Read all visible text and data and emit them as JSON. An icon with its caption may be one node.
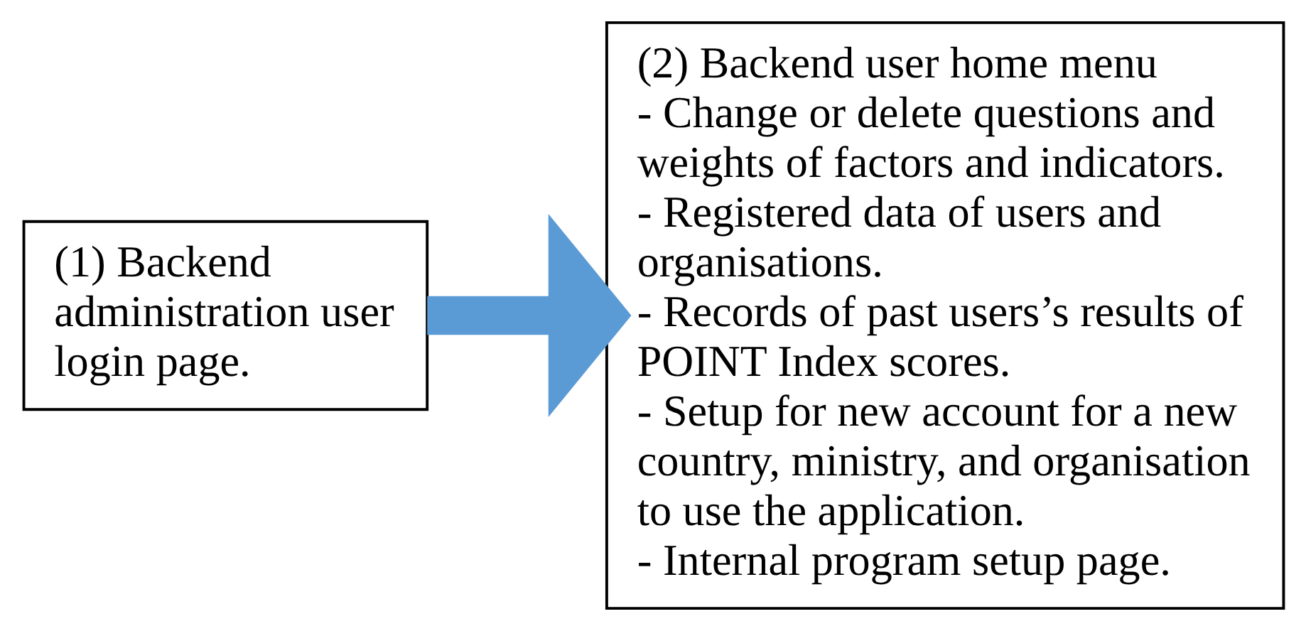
{
  "diagram": {
    "nodes": [
      {
        "text": [
          "(1) Backend administration user login page."
        ]
      },
      {
        "text": [
          "(2) Backend user home menu",
          "- Change or delete questions and weights of factors and indicators.",
          "- Registered data of users and organisations.",
          "- Records of past users’s results of POINT Index scores.",
          "- Setup for new account for a new country, ministry, and organisation to use the application.",
          "- Internal program setup page."
        ]
      }
    ],
    "edges": [
      {
        "from": 0,
        "to": 1,
        "arrow": "to",
        "color": "#5b9bd5"
      }
    ]
  }
}
